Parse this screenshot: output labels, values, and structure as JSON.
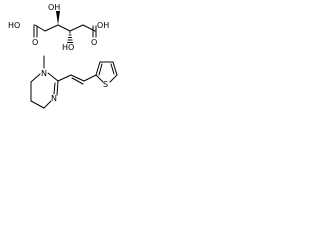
{
  "colors": {
    "background": "#ffffff",
    "ink": "#000000"
  },
  "tartaric_acid": {
    "atoms": {
      "o_hydroxyl_top": "OH",
      "ho_acid_left": "HO",
      "oh_acid_right": "OH",
      "ho_hydroxyl_bottom": "HO",
      "o_carbonyl_left": "O",
      "o_carbonyl_right": "O"
    }
  },
  "pyrantel": {
    "atoms": {
      "n_methyl": "N",
      "n_imine": "N",
      "s_thiophene": "S"
    }
  }
}
